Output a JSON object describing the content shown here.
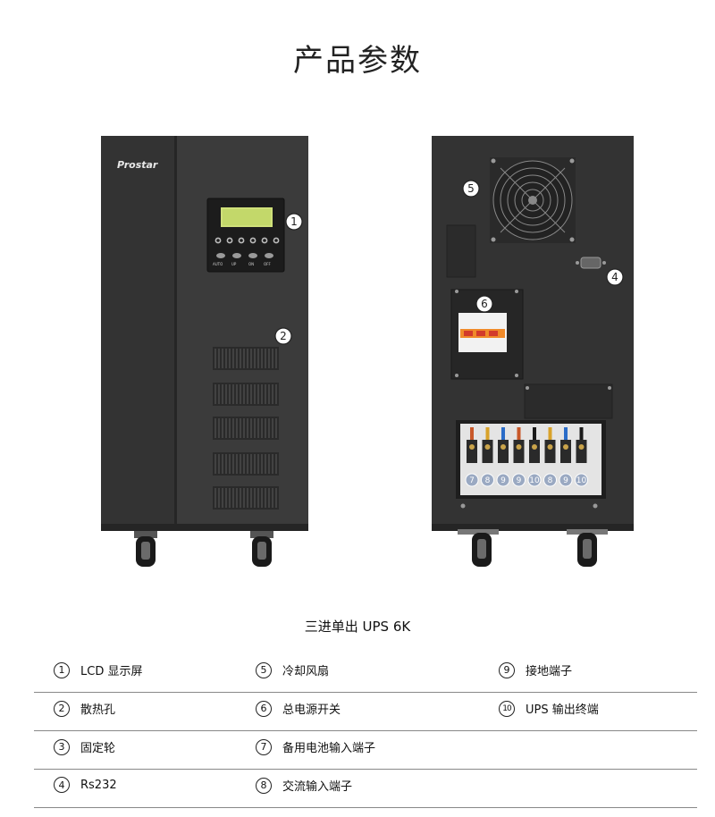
{
  "page": {
    "title": "产品参数",
    "caption": "三进单出 UPS  6K"
  },
  "product": {
    "brand": "Prostar",
    "button_labels": [
      "AUTO",
      "UP",
      "ON",
      "OFF"
    ],
    "front_callouts": [
      "1",
      "2"
    ],
    "rear_callouts": [
      "4",
      "5",
      "6"
    ],
    "terminal_numbers": [
      "7",
      "8",
      "9",
      "9",
      "10",
      "8",
      "9",
      "10"
    ]
  },
  "legend": {
    "rows": [
      [
        {
          "num": "1",
          "label": "LCD 显示屏"
        },
        {
          "num": "5",
          "label": "冷却风扇"
        },
        {
          "num": "9",
          "label": "接地端子"
        }
      ],
      [
        {
          "num": "2",
          "label": "散热孔"
        },
        {
          "num": "6",
          "label": "总电源开关"
        },
        {
          "num": "10",
          "label": "UPS 输出终端"
        }
      ],
      [
        {
          "num": "3",
          "label": "固定轮"
        },
        {
          "num": "7",
          "label": "备用电池输入端子"
        }
      ],
      [
        {
          "num": "4",
          "label": "Rs232"
        },
        {
          "num": "8",
          "label": "交流输入端子"
        }
      ]
    ]
  },
  "colors": {
    "cabinet": "#3a3a3a",
    "cabinet_dark": "#2b2b2b",
    "lcd": "#d4e27a",
    "breaker": "#f08a2a",
    "terminal_panel": "#e6e6e6"
  }
}
